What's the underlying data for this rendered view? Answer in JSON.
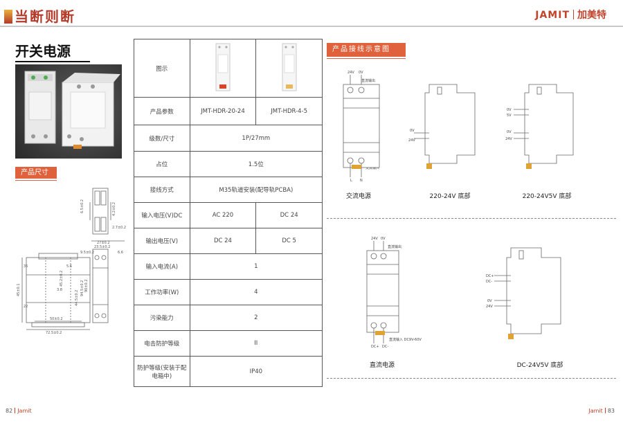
{
  "header": {
    "left_brand": "当断则断",
    "right_logo": "JAMIT",
    "right_name": "加美特"
  },
  "section_title": "开关电源",
  "tags": {
    "size": "产品尺寸",
    "wiring": "产品接线示意图"
  },
  "spec_table": {
    "rows": [
      {
        "label": "图示"
      },
      {
        "label": "产品参数",
        "v1": "JMT-HDR-20-24",
        "v2": "JMT-HDR-4-5"
      },
      {
        "label": "级数/尺寸",
        "merged": "1P/27mm"
      },
      {
        "label": "占位",
        "merged": "1.5位"
      },
      {
        "label": "接线方式",
        "merged": "M35轨道安装(配导轨PCBA)"
      },
      {
        "label": "输入电压(V)DC",
        "v1": "AC 220",
        "v2": "DC 24"
      },
      {
        "label": "输出电压(V)",
        "v1": "DC 24",
        "v2": "DC 5"
      },
      {
        "label": "输入电流(A)",
        "merged": "1"
      },
      {
        "label": "工作功率(W)",
        "merged": "4"
      },
      {
        "label": "污染能力",
        "merged": "2"
      },
      {
        "label": "电击防护等级",
        "merged": "II"
      },
      {
        "label": "防护等级(安装于配电箱中)",
        "merged": "IP40"
      }
    ]
  },
  "dimensions": {
    "d1": "6.5±0.2",
    "d2": "4.2±0.2",
    "d3": "2.7±0.2",
    "d4": "27±0.2",
    "d5": "23.5±0.2",
    "d6": "9.5±0.2",
    "d7": "35",
    "d8": "45±0.1",
    "d9": "45.2±0.2",
    "d10": "44.5±0.2",
    "d11": "94.5±0.2",
    "d12": "5.6",
    "d13": "3.8",
    "d14": "90±0.2",
    "d15": "22",
    "d16": "50±0.2",
    "d17": "72.5±0.2",
    "d18": "6.6"
  },
  "wiring": {
    "ac_top": [
      "24V",
      "0V"
    ],
    "ac_top_note": "直流输出",
    "ac_bottom": [
      "L",
      "N"
    ],
    "ac_bottom_note": "交流输入",
    "cap_ac": "交流电源",
    "s2_labels": [
      "0V",
      "24V"
    ],
    "cap_220_24": "220-24V 底部",
    "s3_labels": [
      "0V",
      "5V",
      "0V",
      "24V"
    ],
    "cap_220_245": "220-24V5V 底部",
    "dc_top": [
      "24V",
      "0V"
    ],
    "dc_top_note": "直流输出",
    "dc_bottom": [
      "DC+",
      "DC-"
    ],
    "dc_bottom_note": "直流输入 DC9V-60V",
    "cap_dc": "直流电源",
    "s4_labels": [
      "DC+",
      "DC-",
      "0V",
      "24V"
    ],
    "cap_dc_245": "DC-24V5V 底部"
  },
  "footer": {
    "left_page": "82",
    "left_brand": "Jamit",
    "right_brand": "Jamit",
    "right_page": "83"
  }
}
